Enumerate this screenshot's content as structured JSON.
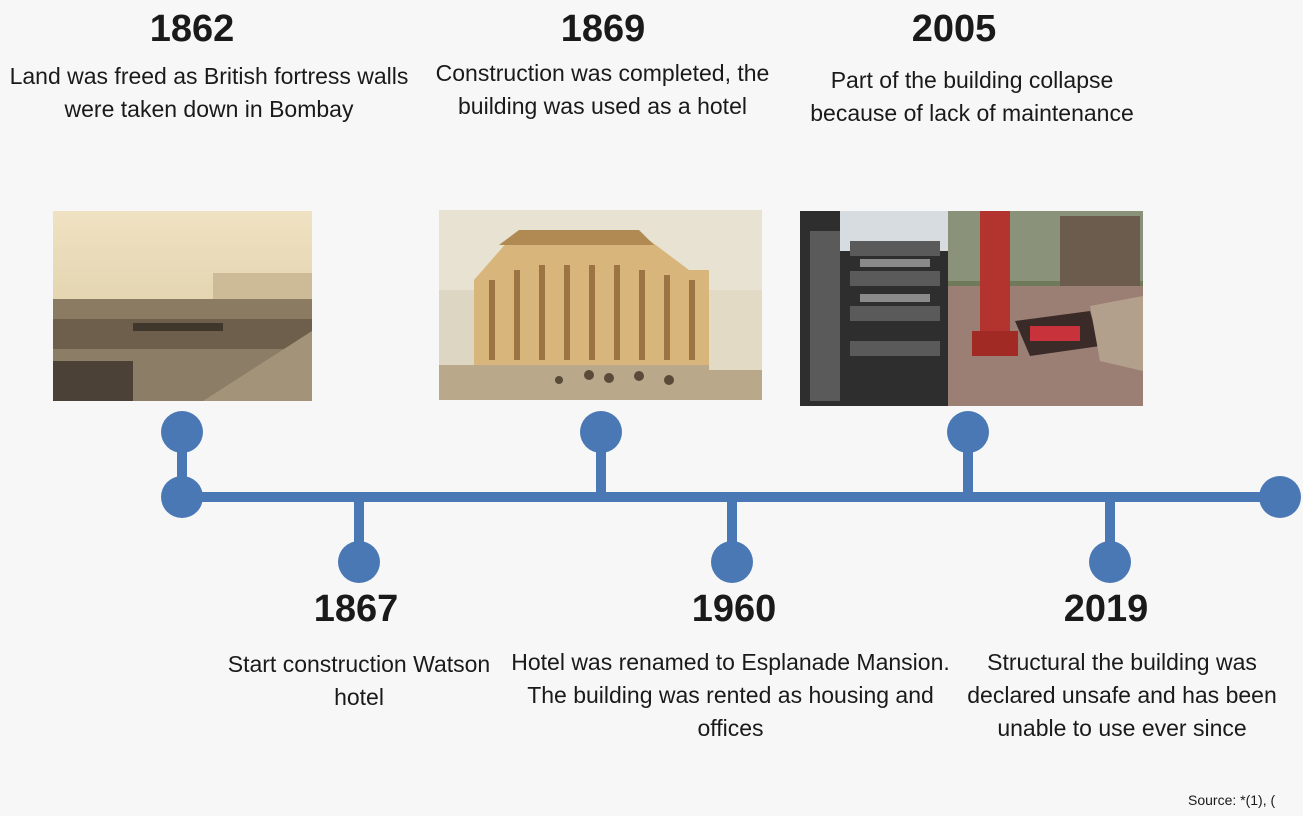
{
  "events": [
    {
      "id": "1862",
      "year": "1862",
      "text": "Land was freed as British fortress walls were taken down in Bombay",
      "photo": "sepia-fortress-walls-photo"
    },
    {
      "id": "1867",
      "year": "1867",
      "text": "Start construction Watson hotel"
    },
    {
      "id": "1869",
      "year": "1869",
      "text": "Construction was completed, the building was used as a hotel",
      "photo": "watson-hotel-painting"
    },
    {
      "id": "1960",
      "year": "1960",
      "text": "Hotel was renamed to Esplanade Mansion. The building was rented as housing and offices"
    },
    {
      "id": "2005",
      "year": "2005",
      "text": "Part of the building collapse because of lack of maintenance",
      "photo": "collapsed-building-photos"
    },
    {
      "id": "2019",
      "year": "2019",
      "text": "Structural the building was declared unsafe and has been unable to use ever since"
    }
  ],
  "source": "Source: *(1), (",
  "colors": {
    "timeline": "#4a78b5",
    "background": "#f7f7f7",
    "text": "#1a1a1a"
  }
}
